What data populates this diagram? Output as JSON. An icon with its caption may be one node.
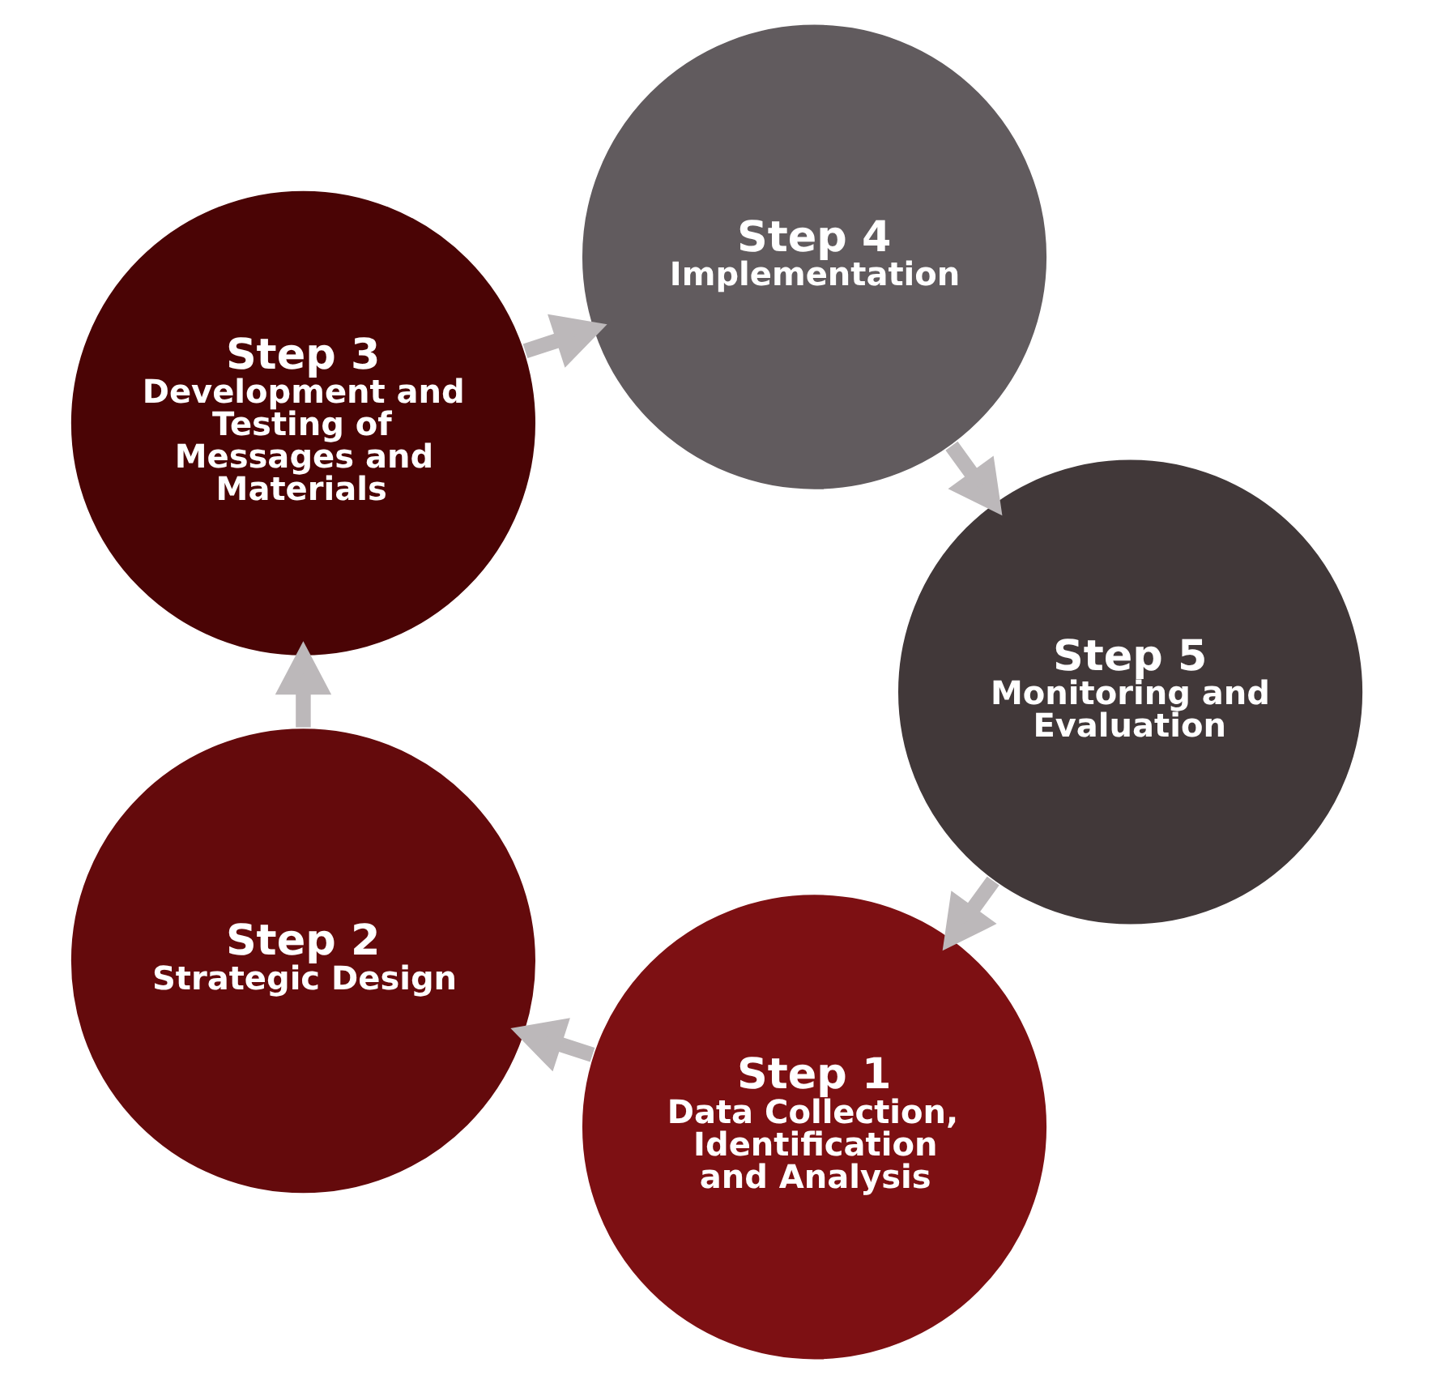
{
  "diagram": {
    "nodes": [
      {
        "text": [
          "Step 1",
          "Data Collection, Identification and Analysis"
        ]
      },
      {
        "text": [
          "Step 2",
          "Strategic Design"
        ]
      },
      {
        "text": [
          "Step 3",
          "Development and Testing of Messages and Materials"
        ]
      },
      {
        "text": [
          "Step 4",
          "Implementation"
        ]
      },
      {
        "text": [
          "Step 5",
          "Monitoring and Evaluation"
        ]
      }
    ],
    "edges": [
      {
        "from": 0,
        "to": 1,
        "arrow": "to"
      },
      {
        "from": 1,
        "to": 2,
        "arrow": "to"
      },
      {
        "from": 2,
        "to": 3,
        "arrow": "to"
      },
      {
        "from": 3,
        "to": 4,
        "arrow": "to"
      },
      {
        "from": 4,
        "to": 0,
        "arrow": "to"
      }
    ]
  }
}
